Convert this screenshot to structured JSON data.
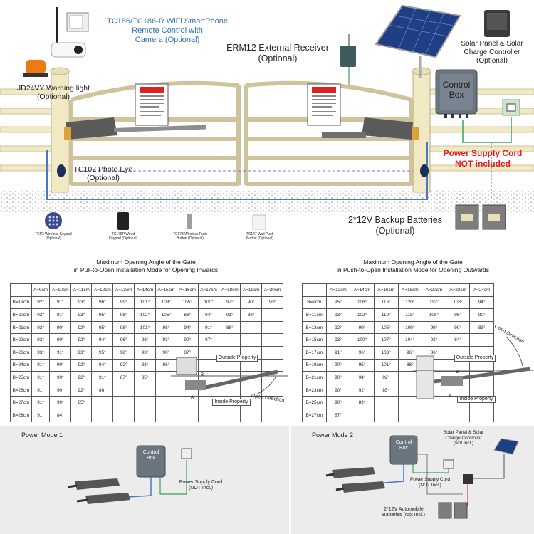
{
  "top": {
    "wifi_label": "TC186/TC186-R WiFi SmartPhone\nRemote Control with\nCamera (Optional)",
    "receiver_label": "ERM12 External Receiver\n(Optional)",
    "solar_label": "Solar Panel & Solar\nCharge Controller\n(Optional)",
    "light_label": "JD24VY Warning light\n(Optional)",
    "control_box_label": "Control\nBox",
    "power_cord_label": "Power Supply Cord\nNOT included",
    "photo_eye_label": "TC102 Photo Eye\n(Optional)",
    "batteries_label": "2*12V Backup Batteries\n(Optional)",
    "accessories": [
      {
        "name": "TKP3 Wireless Keypad\n(Optional)"
      },
      {
        "name": "TC175P Wired\nKeypad (Optional)"
      },
      {
        "name": "TC173 Wireless Push\nButton (Optional)"
      },
      {
        "name": "TC147 Wall Push\nButton (Optional)"
      }
    ]
  },
  "left_table": {
    "title": "Maximum Opening Angle of the Gate\nin Pull-to-Open Installation Mode for Opening Inwards",
    "columns": [
      "A=9cm",
      "A=10cm",
      "A=11cm",
      "A=12cm",
      "A=13cm",
      "A=14cm",
      "A=15cm",
      "A=16cm",
      "A=17cm",
      "A=18cm",
      "A=19cm",
      "A=20cm"
    ],
    "rows": [
      {
        "b": "B=19cm",
        "v": [
          "92°",
          "91°",
          "93°",
          "96°",
          "99°",
          "101°",
          "103°",
          "105°",
          "100°",
          "97°",
          "90°",
          "90°"
        ]
      },
      {
        "b": "B=20cm",
        "v": [
          "92°",
          "91°",
          "93°",
          "95°",
          "98°",
          "102°",
          "105°",
          "86°",
          "94°",
          "91°",
          "88°",
          ""
        ]
      },
      {
        "b": "B=21cm",
        "v": [
          "92°",
          "90°",
          "92°",
          "95°",
          "98°",
          "101°",
          "98°",
          "94°",
          "91°",
          "88°",
          "",
          ""
        ]
      },
      {
        "b": "B=22cm",
        "v": [
          "93°",
          "90°",
          "92°",
          "94°",
          "96°",
          "96°",
          "93°",
          "90°",
          "87°",
          "",
          "",
          ""
        ]
      },
      {
        "b": "B=23cm",
        "v": [
          "93°",
          "91°",
          "93°",
          "95°",
          "98°",
          "93°",
          "90°",
          "87°",
          "",
          "",
          "",
          ""
        ]
      },
      {
        "b": "B=24cm",
        "v": [
          "91°",
          "90°",
          "92°",
          "94°",
          "92°",
          "88°",
          "86°",
          "",
          "",
          "",
          "",
          ""
        ]
      },
      {
        "b": "B=25cm",
        "v": [
          "91°",
          "90°",
          "92°",
          "91°",
          "87°",
          "85°",
          "",
          "",
          "",
          "",
          "",
          ""
        ]
      },
      {
        "b": "B=26cm",
        "v": [
          "91°",
          "90°",
          "92°",
          "86°",
          "",
          "",
          "",
          "",
          "",
          "",
          "",
          ""
        ]
      },
      {
        "b": "B=27cm",
        "v": [
          "91°",
          "90°",
          "85°",
          "",
          "",
          "",
          "",
          "",
          "",
          "",
          "",
          ""
        ]
      },
      {
        "b": "B=28cm",
        "v": [
          "91°",
          "84°",
          "",
          "",
          "",
          "",
          "",
          "",
          "",
          "",
          "",
          ""
        ]
      }
    ],
    "outside_label": "Outside Property",
    "inside_label": "Inside Property",
    "direction_label": "Open Direction"
  },
  "right_table": {
    "title": "Maximum Opening Angle of the Gate\nin Push-to-Open Installation Mode for Opening Outwards",
    "columns": [
      "A=12cm",
      "A=14cm",
      "A=16cm",
      "A=18cm",
      "A=20cm",
      "A=22cm",
      "A=24cm"
    ],
    "rows": [
      {
        "b": "B=9cm",
        "v": [
          "95°",
          "106°",
          "115°",
          "120°",
          "112°",
          "103°",
          "94°"
        ]
      },
      {
        "b": "B=11cm",
        "v": [
          "93°",
          "102°",
          "110°",
          "115°",
          "106°",
          "95°",
          "90°"
        ]
      },
      {
        "b": "B=13cm",
        "v": [
          "92°",
          "99°",
          "105°",
          "109°",
          "99°",
          "90°",
          "83°"
        ]
      },
      {
        "b": "B=15cm",
        "v": [
          "93°",
          "100°",
          "107°",
          "104°",
          "92°",
          "84°",
          ""
        ]
      },
      {
        "b": "B=17cm",
        "v": [
          "91°",
          "96°",
          "103°",
          "96°",
          "86°",
          "",
          ""
        ]
      },
      {
        "b": "B=19cm",
        "v": [
          "90°",
          "95°",
          "101°",
          "88°",
          "",
          "",
          ""
        ]
      },
      {
        "b": "B=21cm",
        "v": [
          "90°",
          "94°",
          "92°",
          "",
          "",
          "",
          ""
        ]
      },
      {
        "b": "B=23cm",
        "v": [
          "90°",
          "92°",
          "85°",
          "",
          "",
          "",
          ""
        ]
      },
      {
        "b": "B=25cm",
        "v": [
          "90°",
          "89°",
          "",
          "",
          "",
          "",
          ""
        ]
      },
      {
        "b": "B=27cm",
        "v": [
          "87°",
          "",
          "",
          "",
          "",
          "",
          ""
        ]
      }
    ],
    "outside_label": "Outside Property",
    "inside_label": "Inside Property",
    "direction_label": "Open Direction"
  },
  "power_mode_1": {
    "title": "Power Mode 1",
    "control_box": "Control\nBox",
    "cord_label": "Power Supply Cord\n(NOT Incl.)"
  },
  "power_mode_2": {
    "title": "Power Mode 2",
    "control_box": "Control\nBox",
    "solar_label": "Solar Panel & Solar\nCharge Controller\n(Not Incl.)",
    "cord_label": "Power Supply Cord\n(NOT Incl.)",
    "batteries_label": "2*12V Automobile\nBatteries (Not Incl.)"
  },
  "colors": {
    "label_blue": "#2a6fb5",
    "warning_red": "#e02020",
    "gate_cream": "#f1e9c4",
    "wire_blue": "#4a78c8",
    "wire_green": "#3aa35a"
  }
}
